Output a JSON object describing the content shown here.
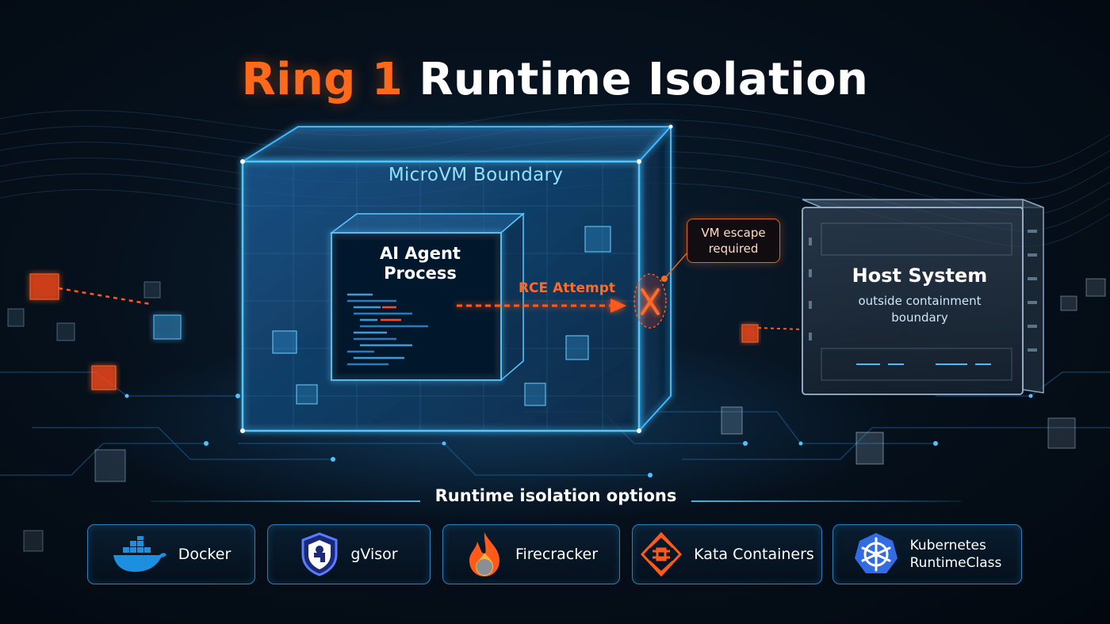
{
  "title": {
    "accent": "Ring 1",
    "rest": "Runtime Isolation"
  },
  "diagram": {
    "microvm_label": "MicroVM Boundary",
    "agent_label_line1": "AI Agent",
    "agent_label_line2": "Process",
    "rce_label": "RCE Attempt",
    "escape_callout_line1": "VM escape",
    "escape_callout_line2": "required",
    "host_title": "Host System",
    "host_sub_line1": "outside containment",
    "host_sub_line2": "boundary",
    "colors": {
      "accent": "#ff6a1a",
      "glow": "#3fb8ff",
      "cyan": "#8fe3ff"
    }
  },
  "options": {
    "title": "Runtime isolation options",
    "items": [
      {
        "label": "Docker",
        "icon": "docker-whale-icon"
      },
      {
        "label": "gVisor",
        "icon": "gvisor-shield-icon"
      },
      {
        "label": "Firecracker",
        "icon": "firecracker-flame-icon"
      },
      {
        "label": "Kata Containers",
        "icon": "kata-containers-icon"
      },
      {
        "label_line1": "Kubernetes",
        "label_line2": "RuntimeClass",
        "icon": "kubernetes-wheel-icon"
      }
    ]
  }
}
